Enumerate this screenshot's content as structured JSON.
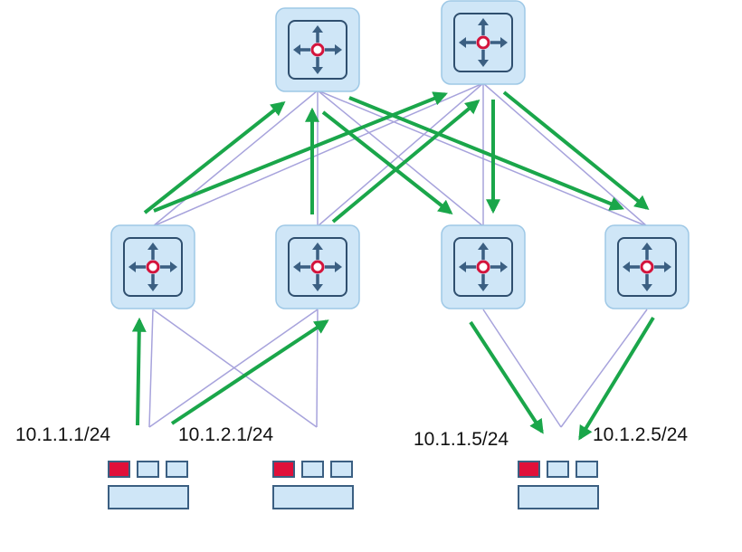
{
  "colors": {
    "background": "#ffffff",
    "switch_fill": "#cfe6f7",
    "switch_border": "#9ec8e6",
    "switch_inner_border": "#2f4f6f",
    "arrow_icon": "#3b5f82",
    "center_ring": "#d4143c",
    "link_line": "#a7a3dc",
    "flow_arrow": "#1aa64a",
    "host_fill": "#cfe6f7",
    "host_border": "#3b5f82",
    "host_port_active": "#e0103a"
  },
  "icons": {
    "switch": "layer3-switch-icon",
    "host": "server-host-icon"
  },
  "nodes": {
    "spines": [
      {
        "id": "spine-1"
      },
      {
        "id": "spine-2"
      }
    ],
    "leaves": [
      {
        "id": "leaf-1"
      },
      {
        "id": "leaf-2"
      },
      {
        "id": "leaf-3"
      },
      {
        "id": "leaf-4"
      }
    ],
    "hosts": [
      {
        "id": "host-1"
      },
      {
        "id": "host-2"
      },
      {
        "id": "host-3"
      }
    ]
  },
  "labels": {
    "left_leaf1_ip": "10.1.1.1/24",
    "left_leaf2_ip": "10.1.2.1/24",
    "right_leaf3_ip": "10.1.1.5/24",
    "right_leaf4_ip": "10.1.2.5/24"
  }
}
